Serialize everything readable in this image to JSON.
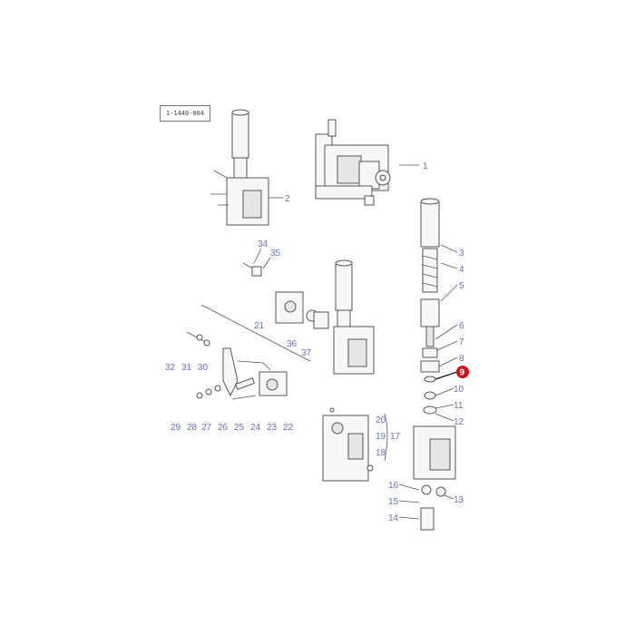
{
  "diagram": {
    "reference_code": "1-1440-004",
    "highlighted_part": "9",
    "colors": {
      "label": "#6b70b8",
      "highlight": "#c8101a",
      "line": "#555555"
    },
    "labels": {
      "p1": "1",
      "p2": "2",
      "p3": "3",
      "p4": "4",
      "p5": "5",
      "p6": "6",
      "p7": "7",
      "p8": "8",
      "p9": "9",
      "p10": "10",
      "p11": "11",
      "p12": "12",
      "p13": "13",
      "p14": "14",
      "p15": "15",
      "p16": "16",
      "p17": "17",
      "p18": "18",
      "p19": "19",
      "p20": "20",
      "p21": "21",
      "p22": "22",
      "p23": "23",
      "p24": "24",
      "p25": "25",
      "p26": "26",
      "p27": "27",
      "p28": "28",
      "p29": "29",
      "p30": "30",
      "p31": "31",
      "p32": "32",
      "p34": "34",
      "p35": "35",
      "p36": "36",
      "p37": "37"
    }
  }
}
